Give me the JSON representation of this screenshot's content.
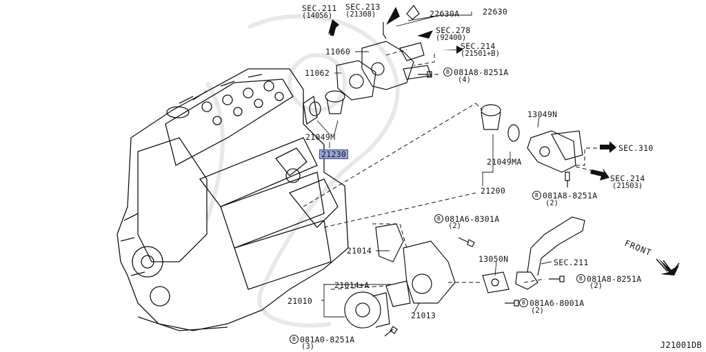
{
  "diagram_code": "J21001DB",
  "front_label": "FRONT",
  "colors": {
    "highlight": "#9aa6d6",
    "line": "#111111",
    "watermark": "#e6e6e6"
  },
  "parts": {
    "p22630": "22630",
    "p22630a": "22630A",
    "p11060": "11060",
    "p11062": "11062",
    "p21049m": "21049M",
    "p21230": "21230",
    "p13049n": "13049N",
    "p21049ma": "21049MA",
    "p21200": "21200",
    "p21014": "21014",
    "p21014a": "21014+A",
    "p21010": "21010",
    "p21013": "21013",
    "p13050n": "13050N"
  },
  "sections": {
    "sec211a": {
      "name": "SEC.211",
      "ref": "(14056)"
    },
    "sec213": {
      "name": "SEC.213",
      "ref": "(21308)"
    },
    "sec278": {
      "name": "SEC.278",
      "ref": "(92400)"
    },
    "sec214a": {
      "name": "SEC.214",
      "ref": "(21501+B)"
    },
    "sec310": {
      "name": "SEC.310"
    },
    "sec214b": {
      "name": "SEC.214",
      "ref": "(21503)"
    },
    "sec211b": {
      "name": "SEC.211"
    }
  },
  "bolts": {
    "b1": {
      "symbol": "B",
      "code": "081A8-8251A",
      "qty": "(4)"
    },
    "b2": {
      "symbol": "B",
      "code": "081A8-8251A",
      "qty": "(2)"
    },
    "b3": {
      "symbol": "B",
      "code": "081A6-8301A",
      "qty": "(2)"
    },
    "b4": {
      "symbol": "B",
      "code": "081A8-8251A",
      "qty": "(2)"
    },
    "b5": {
      "symbol": "B",
      "code": "081A6-8001A",
      "qty": "(2)"
    },
    "b6": {
      "symbol": "B",
      "code": "081A0-8251A",
      "qty": "(3)"
    }
  }
}
